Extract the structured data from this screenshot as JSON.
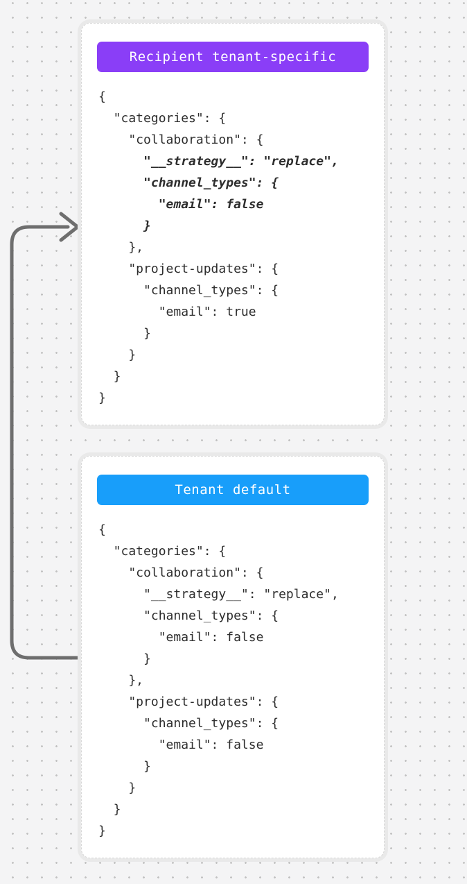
{
  "diagram": {
    "background_color": "#f4f4f5",
    "dot_color": "#c1c1c1",
    "arrow": {
      "color": "#6e6e6e",
      "direction": "from tenant-default collaboration block up to recipient tenant-specific collaboration block"
    },
    "cards": [
      {
        "badge_label": "Recipient tenant-specific",
        "badge_color": "#8a3ef7",
        "badge_text_color": "#ffffff",
        "code_lines": [
          {
            "text": "{",
            "em": false
          },
          {
            "text": "  \"categories\": {",
            "em": false
          },
          {
            "text": "    \"collaboration\": {",
            "em": false
          },
          {
            "text": "      \"__strategy__\": \"replace\",",
            "em": true
          },
          {
            "text": "      \"channel_types\": {",
            "em": true
          },
          {
            "text": "        \"email\": false",
            "em": true
          },
          {
            "text": "      }",
            "em": true
          },
          {
            "text": "    },",
            "em": false
          },
          {
            "text": "    \"project-updates\": {",
            "em": false
          },
          {
            "text": "      \"channel_types\": {",
            "em": false
          },
          {
            "text": "        \"email\": true",
            "em": false
          },
          {
            "text": "      }",
            "em": false
          },
          {
            "text": "    }",
            "em": false
          },
          {
            "text": "  }",
            "em": false
          },
          {
            "text": "}",
            "em": false
          }
        ]
      },
      {
        "badge_label": "Tenant default",
        "badge_color": "#189efa",
        "badge_text_color": "#ffffff",
        "code_lines": [
          {
            "text": "{",
            "em": false
          },
          {
            "text": "  \"categories\": {",
            "em": false
          },
          {
            "text": "    \"collaboration\": {",
            "em": false
          },
          {
            "text": "      \"__strategy__\": \"replace\",",
            "em": false
          },
          {
            "text": "      \"channel_types\": {",
            "em": false
          },
          {
            "text": "        \"email\": false",
            "em": false
          },
          {
            "text": "      }",
            "em": false
          },
          {
            "text": "    },",
            "em": false
          },
          {
            "text": "    \"project-updates\": {",
            "em": false
          },
          {
            "text": "      \"channel_types\": {",
            "em": false
          },
          {
            "text": "        \"email\": false",
            "em": false
          },
          {
            "text": "      }",
            "em": false
          },
          {
            "text": "    }",
            "em": false
          },
          {
            "text": "  }",
            "em": false
          },
          {
            "text": "}",
            "em": false
          }
        ]
      }
    ]
  }
}
